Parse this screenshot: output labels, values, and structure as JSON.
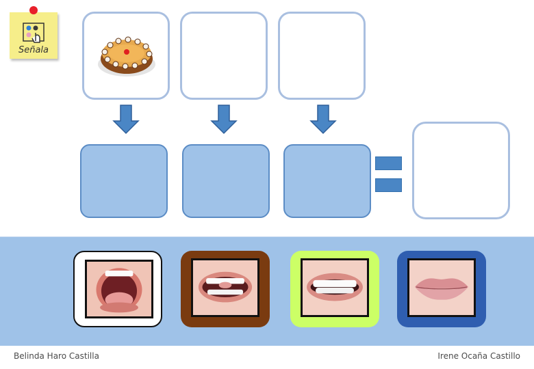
{
  "note": {
    "label": "Señala"
  },
  "colors": {
    "band": "#9fc2e8",
    "blue_box": "#9fc2e8",
    "arrow": "#4a86c5",
    "card_frames": [
      "#ffffff",
      "#7a3b10",
      "#ccff66",
      "#2f5eb0"
    ]
  },
  "top_row": [
    {
      "content": "cake-image"
    },
    {
      "content": ""
    },
    {
      "content": ""
    }
  ],
  "mouth_cards": [
    {
      "name": "mouth-open-a",
      "frame": "white"
    },
    {
      "name": "mouth-tongue-teeth",
      "frame": "brown"
    },
    {
      "name": "mouth-smile-teeth",
      "frame": "lime"
    },
    {
      "name": "mouth-closed-lips",
      "frame": "blue"
    }
  ],
  "footer": {
    "left_author": "Belinda Haro Castilla",
    "right_author": "Irene Ocaña Castillo"
  }
}
